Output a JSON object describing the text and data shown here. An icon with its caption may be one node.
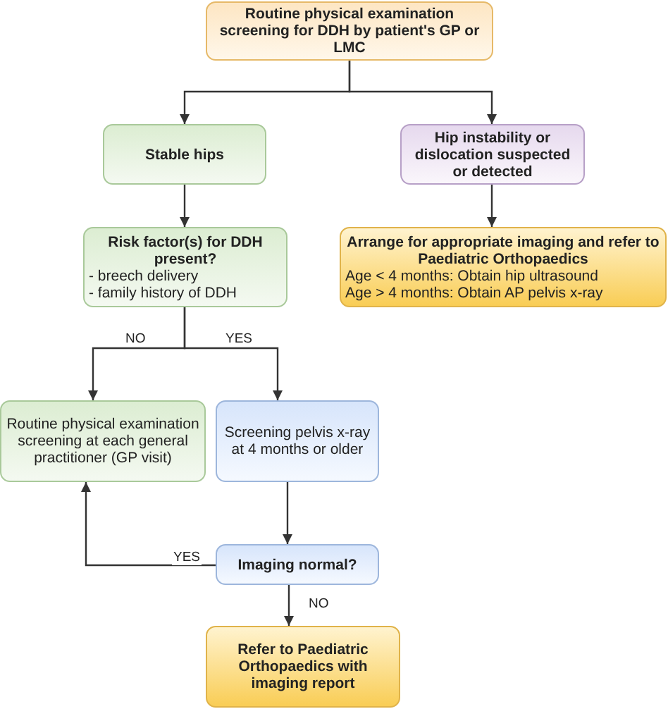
{
  "diagram": {
    "nodes": [
      {
        "text": [
          "Routine physical examination screening for DDH by patient's GP or LMC"
        ]
      },
      {
        "text": [
          "Stable hips"
        ]
      },
      {
        "text": [
          "Hip instability or dislocation suspected or detected"
        ]
      },
      {
        "text": [
          "Risk factor(s) for DDH present?",
          "- breech delivery",
          "- family history of DDH"
        ]
      },
      {
        "text": [
          "Arrange for appropriate imaging and refer to Paediatric Orthopaedics",
          "Age < 4 months: Obtain hip ultrasound",
          "Age > 4 months: Obtain AP pelvis x-ray"
        ]
      },
      {
        "text": [
          "Routine physical examination screening at each general practitioner (GP visit)"
        ]
      },
      {
        "text": [
          "Screening pelvis x-ray at 4 months or older"
        ]
      },
      {
        "text": [
          "Imaging normal?"
        ]
      },
      {
        "text": [
          "Refer to Paediatric Orthopaedics with imaging report"
        ]
      }
    ],
    "edges": [
      {
        "from": 0,
        "to": 1,
        "arrow": "to"
      },
      {
        "from": 0,
        "to": 2,
        "arrow": "to"
      },
      {
        "from": 1,
        "to": 3,
        "arrow": "to"
      },
      {
        "from": 2,
        "to": 4,
        "arrow": "to"
      },
      {
        "from": 3,
        "to": 5,
        "arrow": "to",
        "label": "NO"
      },
      {
        "from": 3,
        "to": 6,
        "arrow": "to",
        "label": "YES"
      },
      {
        "from": 6,
        "to": 7,
        "arrow": "to"
      },
      {
        "from": 7,
        "to": 5,
        "arrow": "to",
        "label": "YES"
      },
      {
        "from": 7,
        "to": 8,
        "arrow": "to",
        "label": "NO"
      }
    ]
  }
}
